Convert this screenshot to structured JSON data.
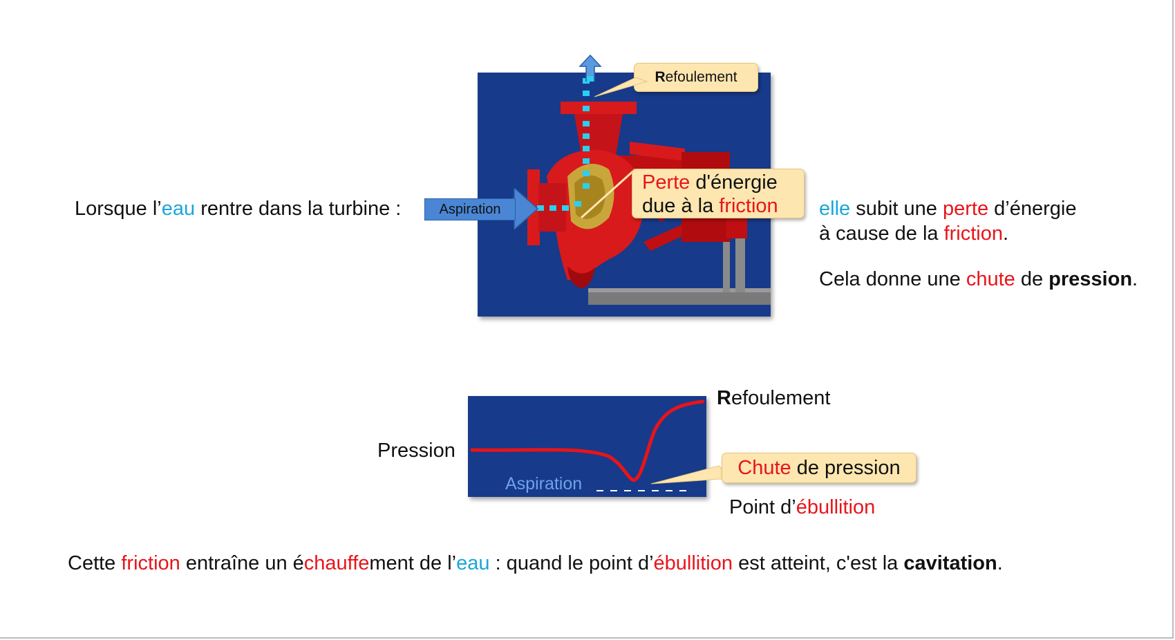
{
  "intro": {
    "prefix": "Lorsque l’",
    "word_eau": "eau",
    "suffix": " rentre dans la turbine :"
  },
  "pump": {
    "aspiration_label": "Aspiration",
    "refoulement_callout": {
      "bold_letter": "R",
      "rest": "efoulement"
    },
    "energy_callout": {
      "w_perte": "Perte",
      "w_energie": " d'énergie",
      "line2_prefix": "due à la ",
      "w_friction": "friction"
    }
  },
  "right_text": {
    "line1": {
      "w_elle": "elle",
      "mid1": " subit une ",
      "w_perte": "perte",
      "end": " d’énergie"
    },
    "line2": {
      "prefix": "à cause de la ",
      "w_friction": "friction",
      "end": "."
    },
    "line3": {
      "prefix": "Cela donne une ",
      "w_chute": "chute",
      "mid": " de ",
      "w_pression": "pression",
      "end": "."
    }
  },
  "chart": {
    "pression_label": "Pression",
    "aspiration_label": "Aspiration",
    "refoulement": {
      "bold_letter": "R",
      "rest": "efoulement"
    },
    "chute_callout": {
      "w_chute": "Chute",
      "rest": " de pression"
    },
    "point": {
      "prefix": "Point d’",
      "w_ebullition": "ébullition"
    },
    "colors": {
      "curve": "#e8141a",
      "panel": "#173a8a",
      "boiling_line": "#ffffff"
    }
  },
  "bottom": {
    "p1": "Cette ",
    "w_friction": "friction",
    "p2": " entraîne un é",
    "w_chauffe": "chauffe",
    "p3": "ment de l’",
    "w_eau": "eau",
    "p4": " : quand le point d’",
    "w_ebullition": "ébullition",
    "p5": " est atteint, c'est la ",
    "w_cavitation": "cavitation",
    "p6": "."
  },
  "colors": {
    "accent_blue": "#1aa6d8",
    "accent_red": "#e8141a",
    "callout_bg": "#fde6b0",
    "panel_bg": "#173a8a"
  }
}
